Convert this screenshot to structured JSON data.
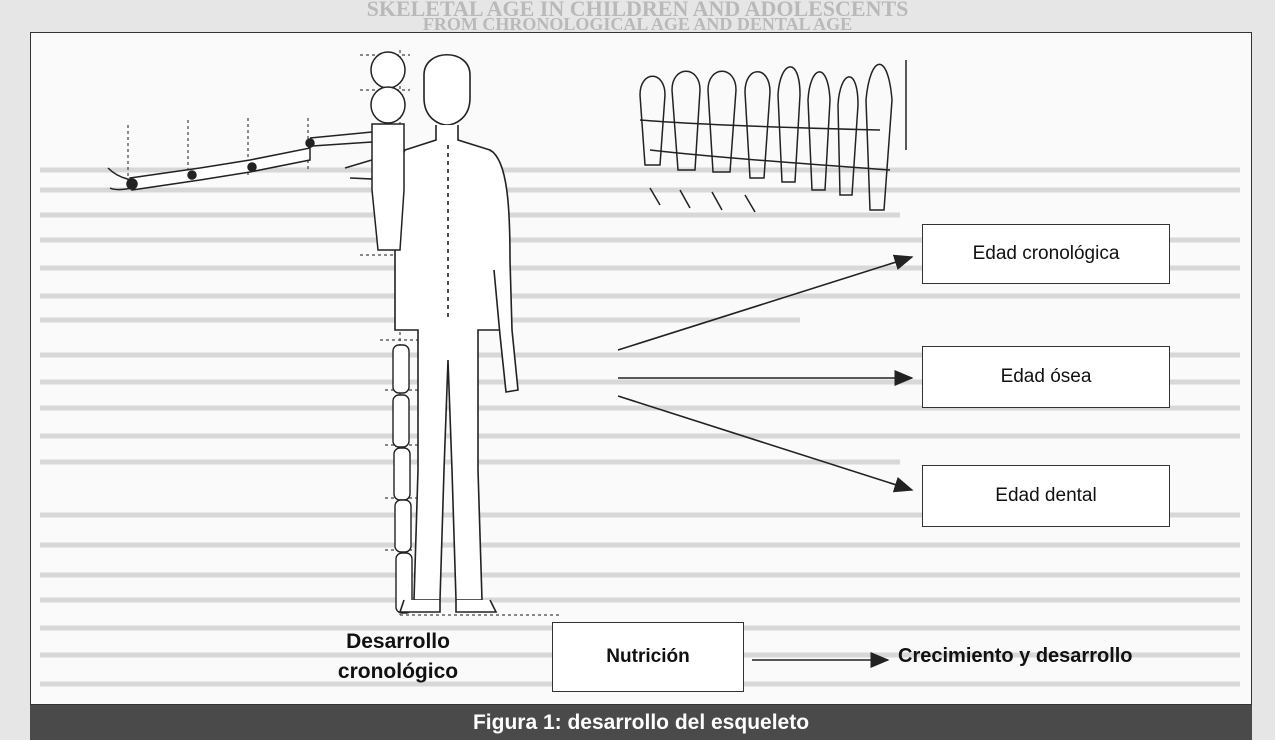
{
  "background_text": {
    "heading_line_1": "SKELETAL AGE IN CHILDREN AND ADOLESCENTS",
    "heading_line_2": "FROM CHRONOLOGICAL AGE AND DENTAL AGE",
    "subheading": "",
    "authors": ""
  },
  "diagram": {
    "outputs": [
      {
        "label": "Edad cronológica"
      },
      {
        "label": "Edad ósea"
      },
      {
        "label": "Edad dental"
      }
    ],
    "left_label_line_1": "Desarrollo",
    "left_label_line_2": "cronológico",
    "nutrition_label": "Nutrición",
    "growth_label": "Crecimiento y desarrollo"
  },
  "caption": "Figura 1: desarrollo del esqueleto",
  "colors": {
    "line": "#333333",
    "caption_bg": "#4a4a4a",
    "caption_text": "#ffffff",
    "page_bg": "#e6e6e6"
  }
}
